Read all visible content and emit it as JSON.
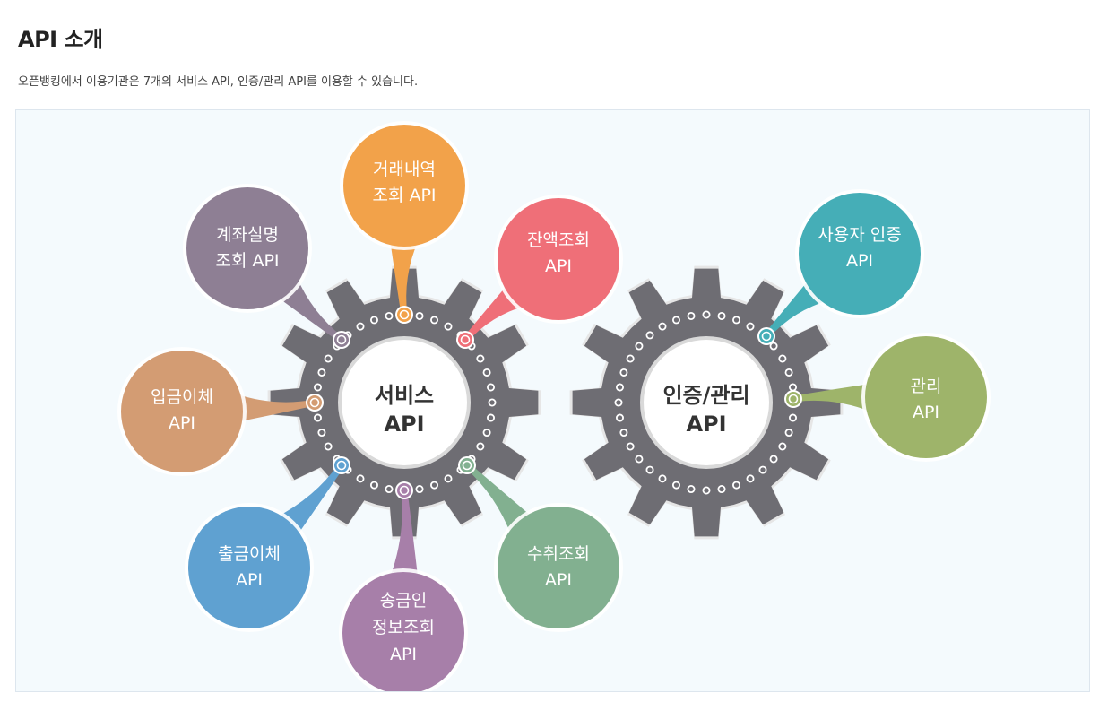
{
  "header": {
    "title": "API 소개",
    "description": "오픈뱅킹에서 이용기관은 7개의 서비스 API, 인증/관리 API를 이용할 수 있습니다."
  },
  "colors": {
    "gear": "#6e6d73",
    "gear_edge": "#e6e6e6",
    "hub": "#ffffff"
  },
  "service_hub": {
    "line1": "서비스",
    "line2": "API"
  },
  "auth_hub": {
    "line1": "인증/관리",
    "line2": "API"
  },
  "service_apis": [
    {
      "line1": "거래내역",
      "line2": "조회 API",
      "color": "#f2a24a"
    },
    {
      "line1": "잔액조회",
      "line2": "API",
      "color": "#ef6f78"
    },
    {
      "line1": "계좌실명",
      "line2": "조회 API",
      "color": "#8e7f94"
    },
    {
      "line1": "입금이체",
      "line2": "API",
      "color": "#d39c73"
    },
    {
      "line1": "출금이체",
      "line2": "API",
      "color": "#5fa1d1"
    },
    {
      "line1": "송금인",
      "line2": "정보조회",
      "line3": "API",
      "color": "#a77fa9"
    },
    {
      "line1": "수취조회",
      "line2": "API",
      "color": "#82b090"
    }
  ],
  "auth_apis": [
    {
      "line1": "사용자 인증",
      "line2": "API",
      "color": "#45aeb7"
    },
    {
      "line1": "관리",
      "line2": "API",
      "color": "#9eb46a"
    }
  ]
}
